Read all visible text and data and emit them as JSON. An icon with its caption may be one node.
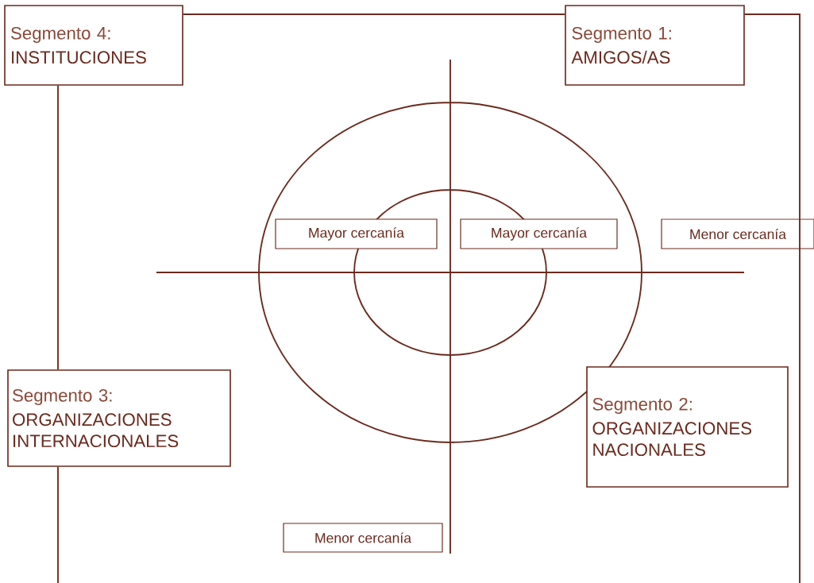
{
  "diagram": {
    "nodes": [
      {
        "text": [
          "Segmento 4:",
          "INSTITUCIONES"
        ]
      },
      {
        "text": [
          "Segmento 1:",
          "AMIGOS/AS"
        ]
      },
      {
        "text": [
          "Mayor cercanía"
        ]
      },
      {
        "text": [
          "Mayor cercanía"
        ]
      },
      {
        "text": [
          "Menor cercanía"
        ]
      },
      {
        "text": [
          "Segmento 3:",
          "ORGANIZACIONES INTERNACIONALES"
        ]
      },
      {
        "text": [
          "Segmento 2:",
          "ORGANIZACIONES NACIONALES"
        ]
      },
      {
        "text": [
          "Menor cercanía"
        ]
      }
    ],
    "edges": [
      {
        "from": 0,
        "to": 1,
        "arrow": "none"
      },
      {
        "from": 1,
        "to": null,
        "arrow": "none"
      },
      {
        "from": 0,
        "to": 5,
        "arrow": "none"
      },
      {
        "from": 5,
        "to": null,
        "arrow": "none"
      }
    ]
  }
}
